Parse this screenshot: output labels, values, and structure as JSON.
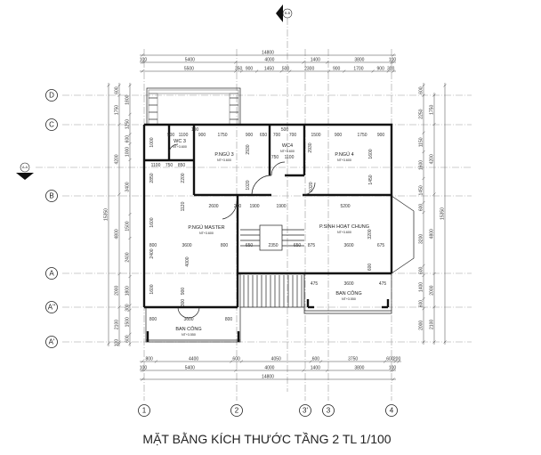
{
  "title": "MẶT BẰNG KÍCH THƯỚC TẦNG 2 TL 1/100",
  "grid_columns": [
    "1",
    "2",
    "3'",
    "3",
    "4"
  ],
  "grid_rows": [
    "D",
    "C",
    "B",
    "A",
    "A''",
    "A'"
  ],
  "section_marks": {
    "a": "A-A",
    "b": "B-B"
  },
  "rooms": {
    "wc3": {
      "name": "WC 3",
      "level": "NT+3.600"
    },
    "wc4": {
      "name": "WC4",
      "level": "NT+3.600"
    },
    "ngu3": {
      "name": "P.NGỦ 3",
      "level": "NT+3.600"
    },
    "ngu4": {
      "name": "P.NGỦ 4",
      "level": "NT+3.600"
    },
    "master": {
      "name": "P.NGỦ MASTER",
      "level": "NT+3.600"
    },
    "shc": {
      "name": "P.SINH HOẠT CHUNG",
      "level": "NT+3.600"
    },
    "balcony_right": {
      "name": "BAN CÔNG",
      "level": "NT+3.550"
    },
    "balcony_left": {
      "name": "BAN CÔNG",
      "level": "NT+3.550"
    }
  },
  "dimensions": {
    "top_total": [
      14800
    ],
    "top_axes": [
      100,
      5400,
      4000,
      1400,
      3800,
      100
    ],
    "top_detail": [
      5500,
      350,
      900,
      1450,
      500,
      2300,
      900,
      1700,
      900,
      300
    ],
    "bottom_detail": [
      800,
      4400,
      600,
      4050,
      600,
      3750,
      600,
      200
    ],
    "bottom_axes": [
      100,
      5400,
      4000,
      1400,
      3800,
      100
    ],
    "bottom_total": [
      14800
    ],
    "left_total": [
      15350
    ],
    "left_axes": [
      600,
      1750,
      4200,
      4800,
      2000,
      2100,
      100
    ],
    "left_detail": [
      1800,
      1250,
      600,
      1000,
      3400,
      1500,
      2400,
      1800,
      300,
      1500,
      600
    ],
    "right_detail": [
      600,
      2250,
      1150,
      1600,
      1450,
      600,
      3200,
      600,
      1400,
      600,
      2000
    ],
    "right_axes": [
      1750,
      4200,
      4800,
      2000,
      2100
    ],
    "right_total": [
      15350
    ],
    "interior": [
      900,
      1100,
      100,
      900,
      1750,
      900,
      650,
      700,
      500,
      700,
      1500,
      900,
      1750,
      900,
      1100,
      750,
      850,
      750,
      1100,
      2930,
      2930,
      1020,
      1020,
      2200,
      2850,
      1600,
      1450,
      1000,
      2600,
      200,
      1900,
      1900,
      5200,
      1120,
      800,
      3600,
      800,
      650,
      2350,
      650,
      875,
      3600,
      675,
      4000,
      2400,
      1600,
      3200,
      600,
      475,
      3600,
      475,
      800,
      3600,
      800,
      900,
      300,
      1600
    ]
  }
}
